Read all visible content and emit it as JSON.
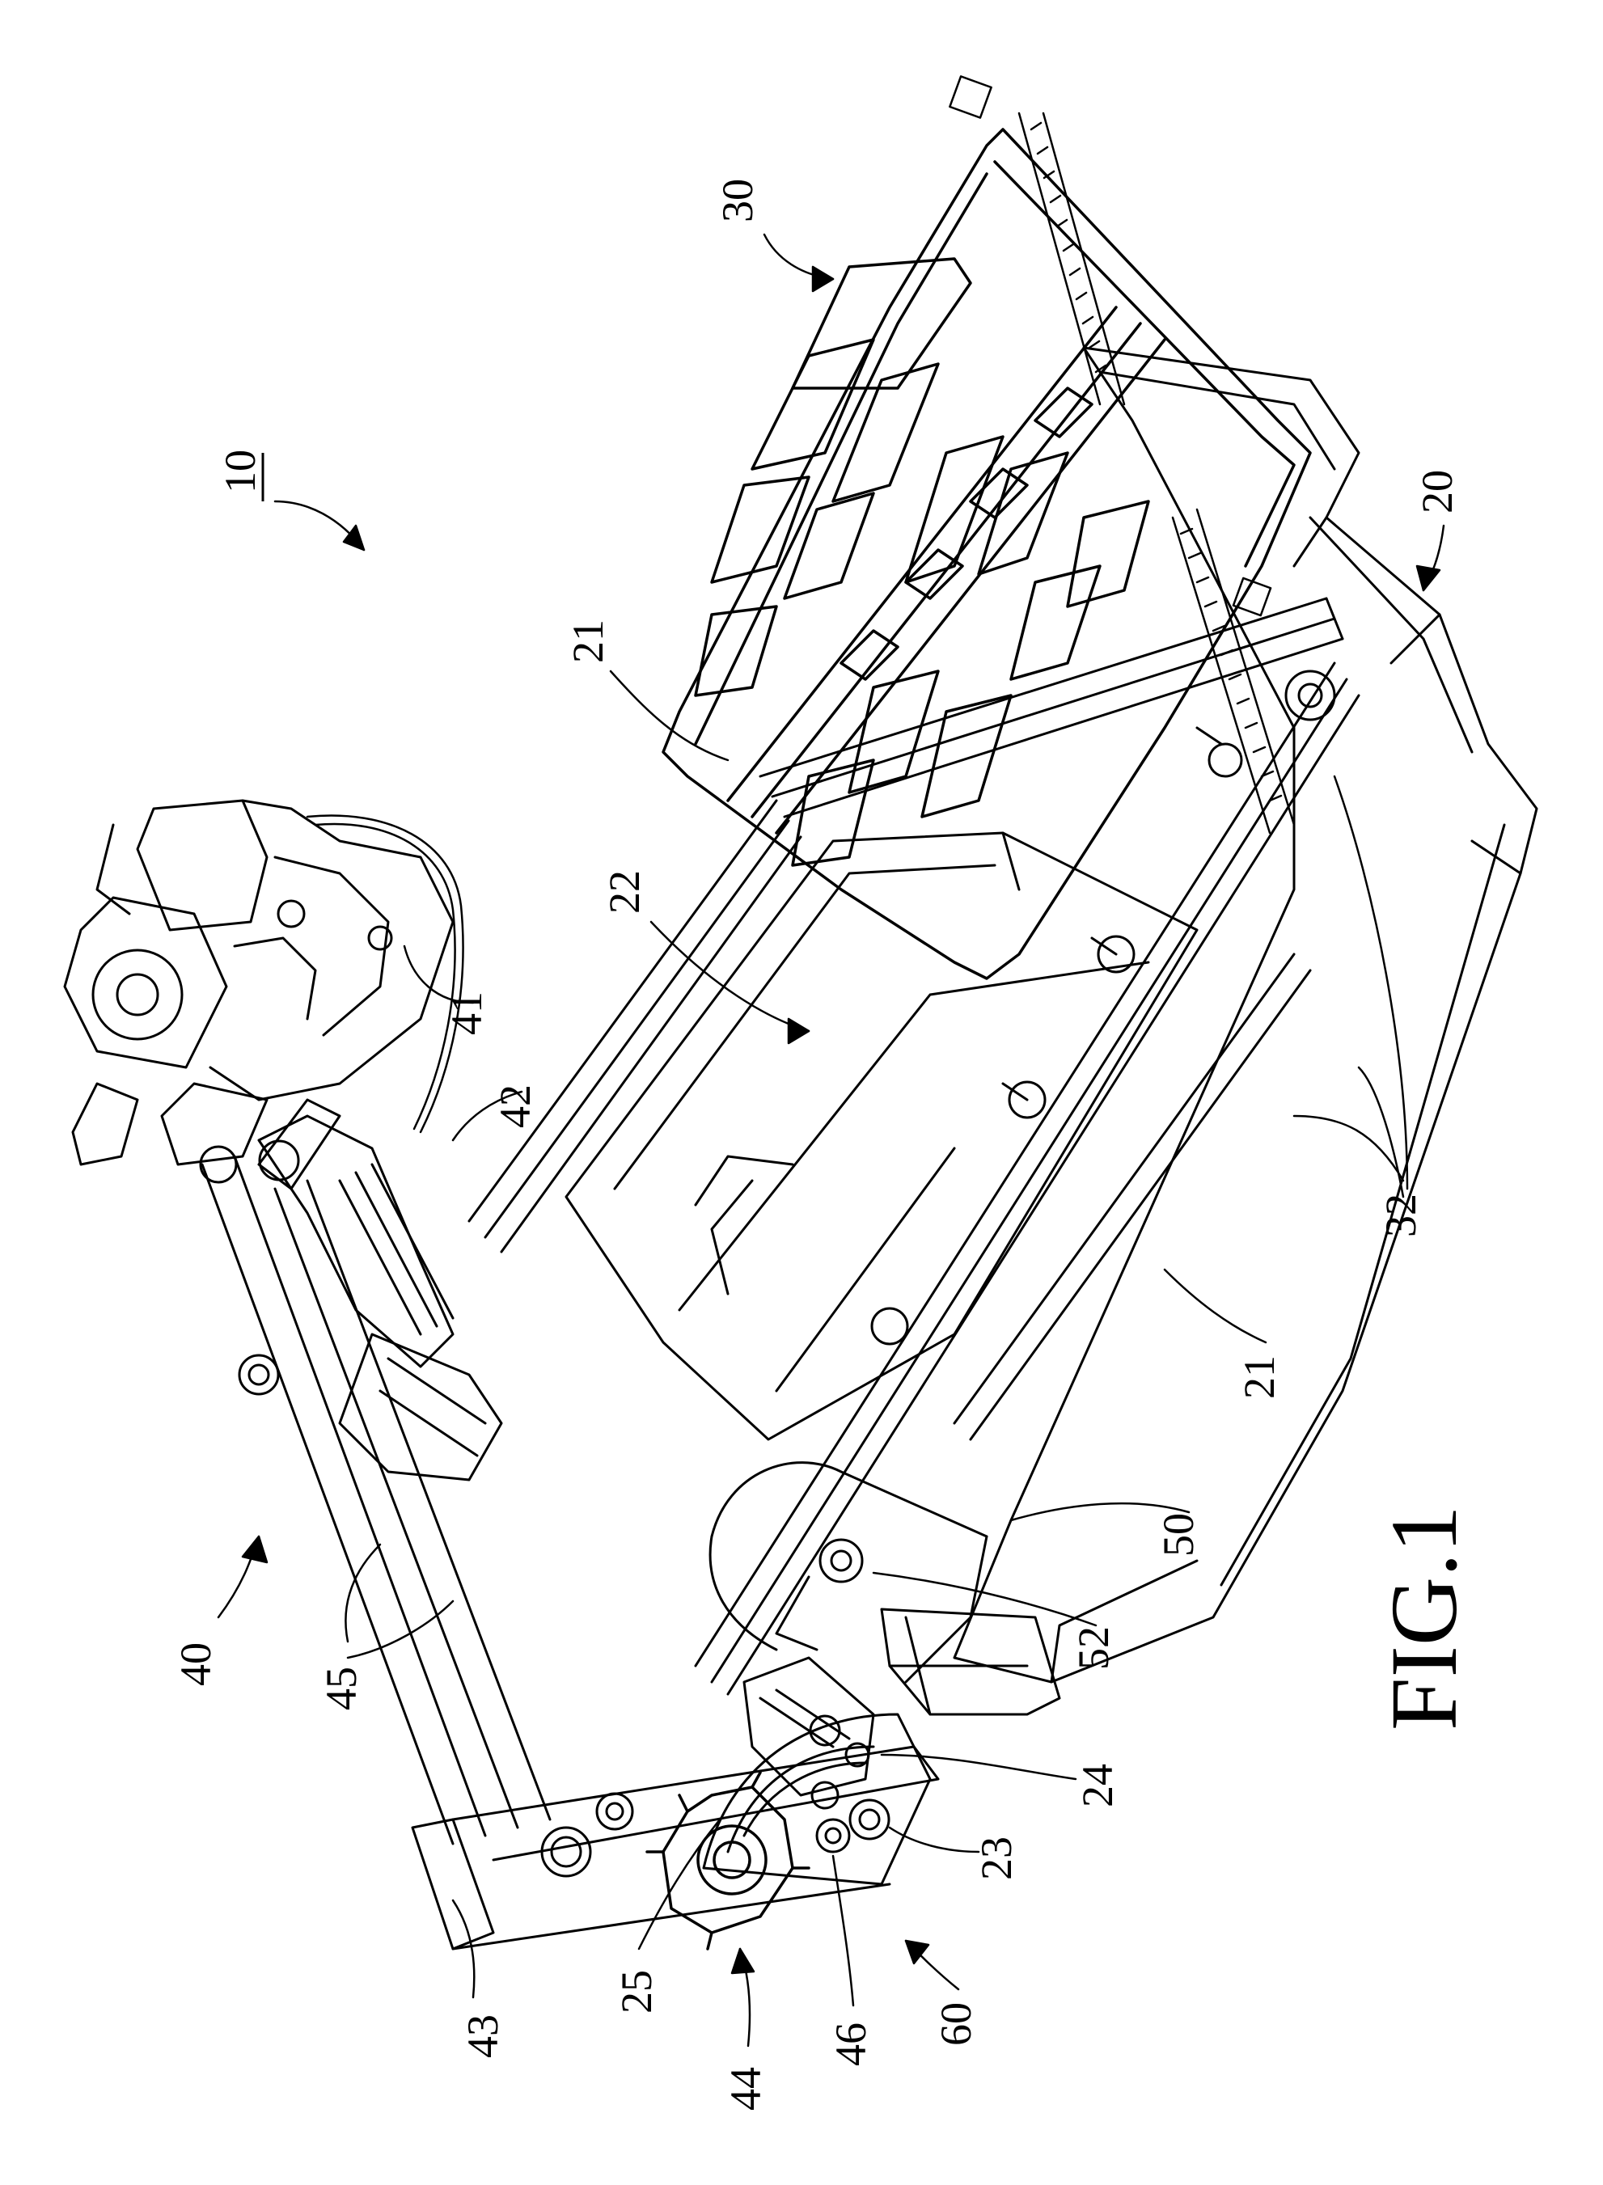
{
  "figure_label": "FIG.1",
  "assembly_ref": "10",
  "reference_numerals": [
    {
      "id": "n10",
      "text": "10"
    },
    {
      "id": "n20",
      "text": "20"
    },
    {
      "id": "n21a",
      "text": "21"
    },
    {
      "id": "n21b",
      "text": "21"
    },
    {
      "id": "n22",
      "text": "22"
    },
    {
      "id": "n23",
      "text": "23"
    },
    {
      "id": "n24",
      "text": "24"
    },
    {
      "id": "n25",
      "text": "25"
    },
    {
      "id": "n30",
      "text": "30"
    },
    {
      "id": "n32",
      "text": "32"
    },
    {
      "id": "n40",
      "text": "40"
    },
    {
      "id": "n41",
      "text": "41"
    },
    {
      "id": "n42",
      "text": "42"
    },
    {
      "id": "n43",
      "text": "43"
    },
    {
      "id": "n44",
      "text": "44"
    },
    {
      "id": "n45",
      "text": "45"
    },
    {
      "id": "n46",
      "text": "46"
    },
    {
      "id": "n50",
      "text": "50"
    },
    {
      "id": "n52",
      "text": "52"
    },
    {
      "id": "n60",
      "text": "60"
    }
  ],
  "colors": {
    "ink": "#000000",
    "paper": "#ffffff"
  }
}
